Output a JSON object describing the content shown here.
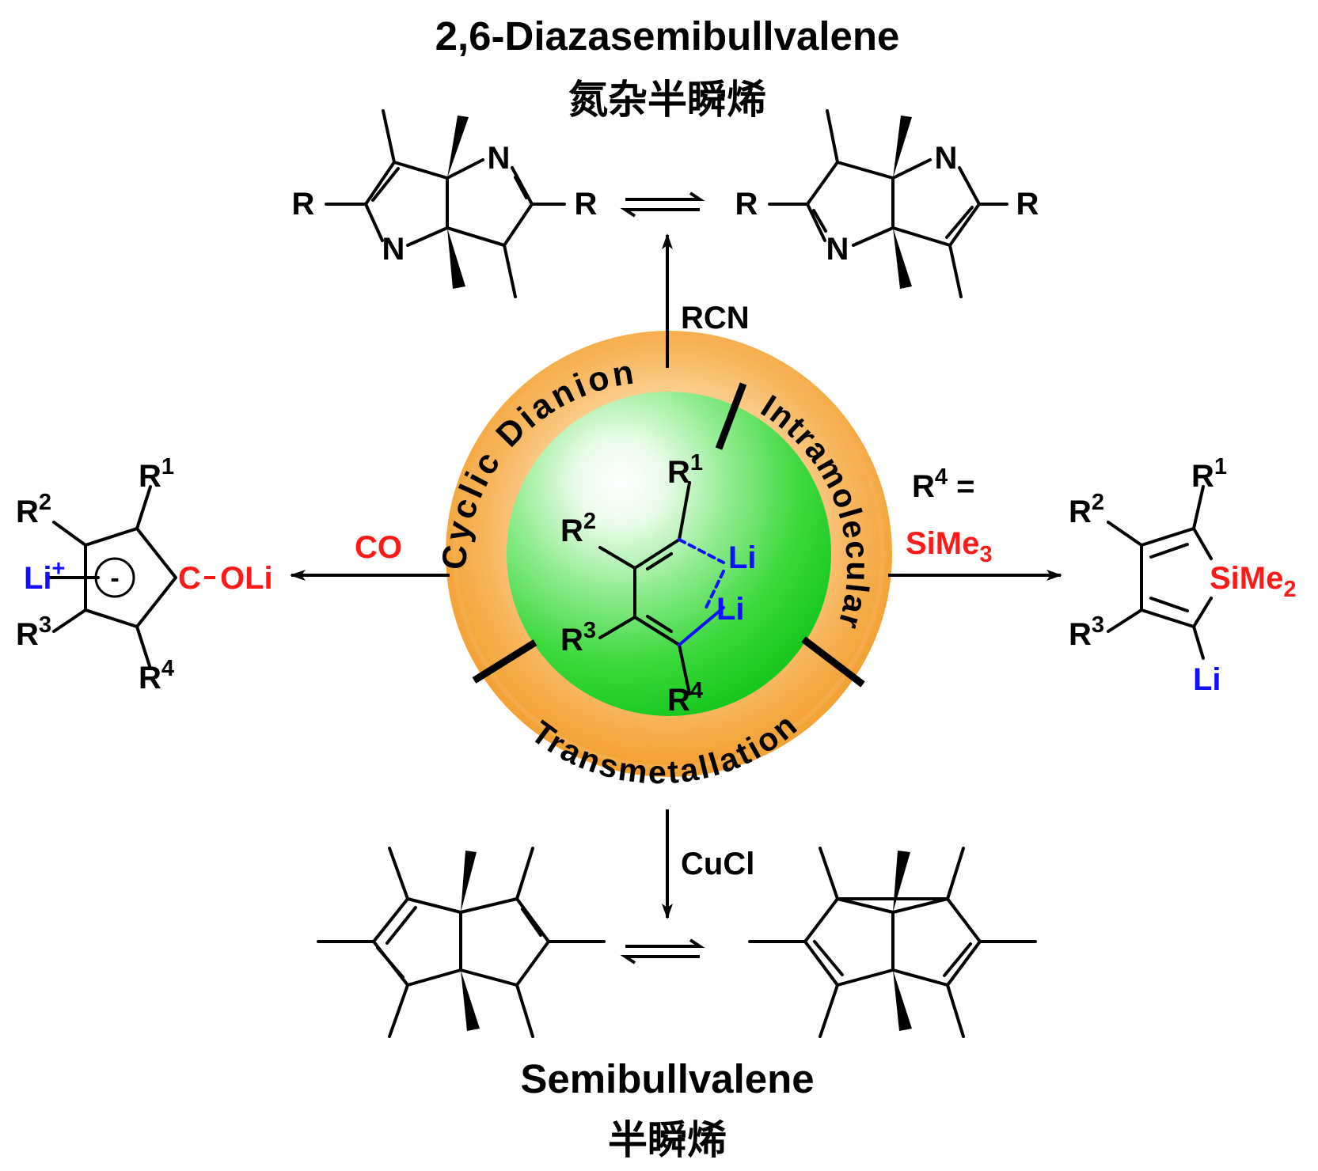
{
  "title_top": {
    "en": "2,6-Diazasemibullvalene",
    "zh": "氮杂半瞬烯"
  },
  "title_bottom": {
    "en": "Semibullvalene",
    "zh": "半瞬烯"
  },
  "center": {
    "ring_labels": [
      "Cyclic Dianion",
      "Intramolecular",
      "Transmetallation"
    ],
    "substituents": {
      "r1": "R",
      "r1_sup": "1",
      "r2": "R",
      "r2_sup": "2",
      "r3": "R",
      "r3_sup": "3",
      "r4": "R",
      "r4_sup": "4"
    },
    "li_top": "Li",
    "li_bottom": "Li"
  },
  "reagents": {
    "top": "RCN",
    "left": "CO",
    "right_line1": "R",
    "right_line1_sup": "4",
    "right_line1_eq": " =",
    "right_line2": "SiMe",
    "right_line2_sub": "3",
    "bottom": "CuCl"
  },
  "top_structures": {
    "r_group": "R",
    "n_atom": "N"
  },
  "left_product": {
    "r1": "R",
    "r1_sup": "1",
    "r2": "R",
    "r2_sup": "2",
    "r3": "R",
    "r3_sup": "3",
    "r4": "R",
    "r4_sup": "4",
    "li_cation": "Li",
    "li_charge": "+",
    "anion_charge": "-",
    "carbon": "C",
    "oli": "OLi"
  },
  "right_product": {
    "r1": "R",
    "r1_sup": "1",
    "r2": "R",
    "r2_sup": "2",
    "r3": "R",
    "r3_sup": "3",
    "si": "SiMe",
    "si_sub": "2",
    "li": "Li"
  },
  "colors": {
    "red": "#ff1a1a",
    "blue": "#1010ff",
    "orange": "#f5a843",
    "green": "#22d42a",
    "black": "#000000"
  }
}
